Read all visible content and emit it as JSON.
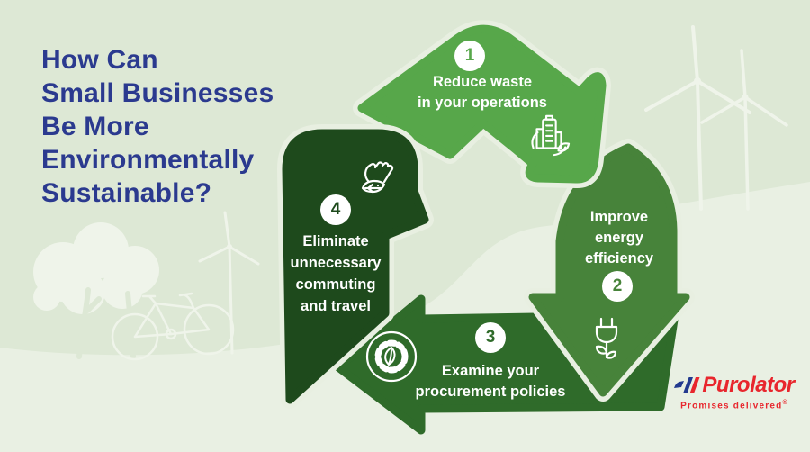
{
  "title": {
    "lines": [
      "How Can",
      "Small Businesses",
      "Be More",
      "Environmentally",
      "Sustainable?"
    ],
    "color": "#2b3a8f"
  },
  "steps": [
    {
      "number": "1",
      "lines": [
        "Reduce waste",
        "in your operations"
      ],
      "color": "#57a74a",
      "icon": "buildings-leaf-icon"
    },
    {
      "number": "2",
      "lines": [
        "Improve",
        "energy",
        "efficiency"
      ],
      "color": "#47833a",
      "icon": "eco-plug-icon"
    },
    {
      "number": "3",
      "lines": [
        "Examine your",
        "procurement policies"
      ],
      "color": "#2f6b2a",
      "icon": "leaf-gear-icon"
    },
    {
      "number": "4",
      "lines": [
        "Eliminate",
        "unnecessary",
        "commuting",
        "and travel"
      ],
      "color": "#1e4a1c",
      "icon": "hand-leaf-icon"
    }
  ],
  "logo": {
    "name": "Purolator",
    "tagline": "Promises delivered",
    "registered": "®",
    "red": "#e8262d",
    "blue": "#223a8f"
  },
  "background": {
    "base": "#dde8d5",
    "hill": "#e9f0e3",
    "decor": "#eff4ea",
    "trunk": "#dde8d5",
    "halo": "#e8efe1",
    "icon_stroke": "#ffffff",
    "badge_bg": "#ffffff"
  }
}
